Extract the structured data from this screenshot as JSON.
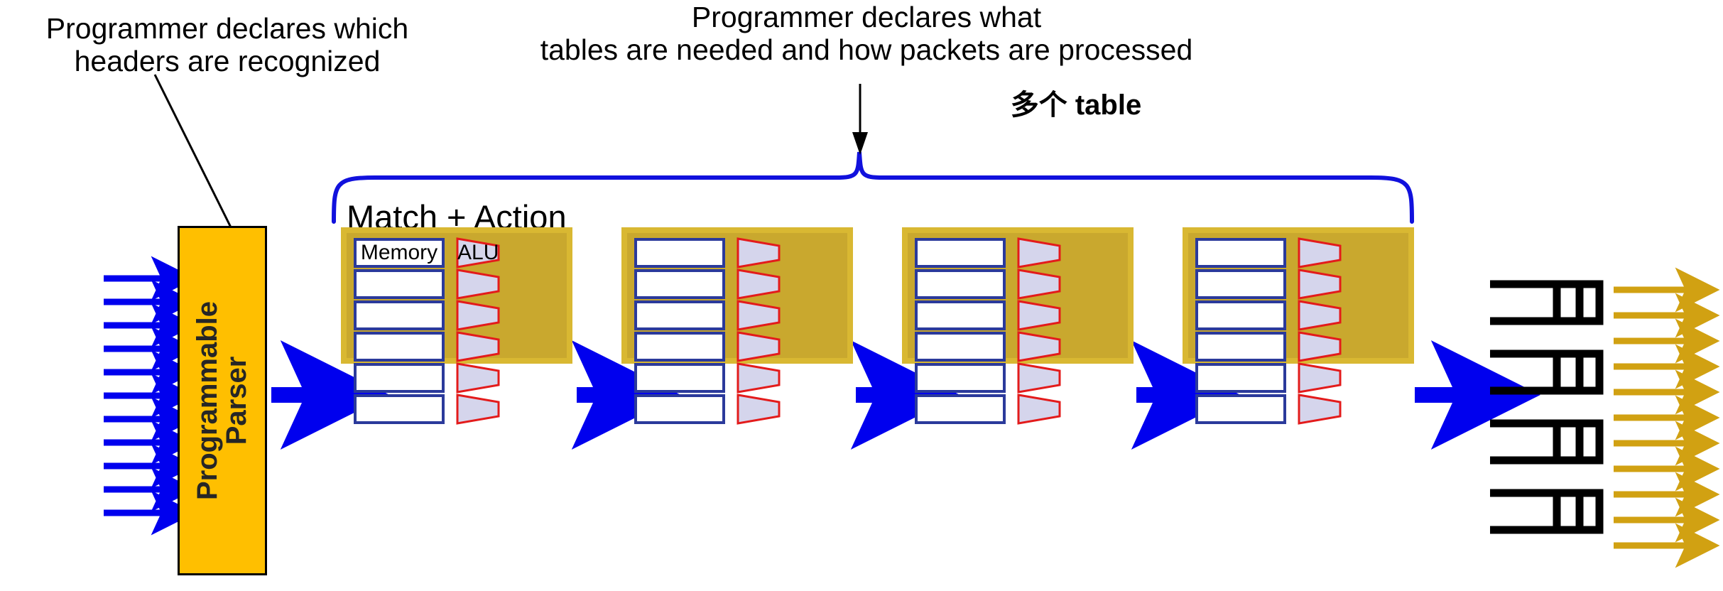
{
  "annotations": {
    "left_label": "Programmer declares which\nheaders are recognized",
    "top_label": "Programmer declares what\ntables are needed and how packets are processed",
    "chinese_note": "多个 table"
  },
  "diagram": {
    "match_action_label": "Match + Action",
    "parser": {
      "line1": "Programmable",
      "line2": "Parser"
    },
    "first_stage_labels": {
      "memory": "Memory",
      "alu": "ALU"
    },
    "stage_count": 4,
    "rows_per_stage": 6,
    "input_arrow_count": 11,
    "output_arrow_count": 11,
    "queue_count": 4,
    "queue_cells_per_queue": 2
  },
  "colors": {
    "parser_fill": "#FFBF00",
    "parser_text": "#262626",
    "stage_fill": "#C9A82E",
    "stage_border": "#D9B832",
    "memory_fill": "#FFFFFF",
    "memory_border": "#2B3A9B",
    "alu_fill": "#D5D5EC",
    "alu_border": "#E31B1B",
    "input_arrow": "#0000EE",
    "stage_arrow": "#0000EE",
    "output_arrow": "#D1A112",
    "brace": "#1111DD",
    "queue": "#000000",
    "text": "#000000"
  }
}
